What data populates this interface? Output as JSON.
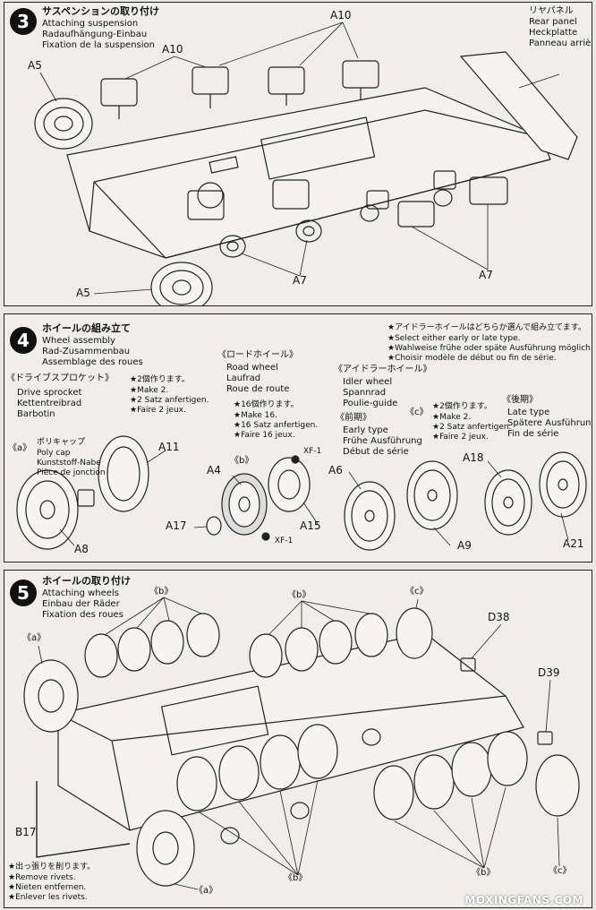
{
  "step3": {
    "number": "3",
    "title_jp": "サスペンションの取り付け",
    "title_en": "Attaching suspension",
    "title_de": "Radaufhängung-Einbau",
    "title_fr": "Fixation de la suspension",
    "rear_panel": {
      "jp": "リヤパネル",
      "en": "Rear panel",
      "de": "Heckplatte",
      "fr": "Panneau arrière"
    },
    "labels": {
      "a10_top": "A10",
      "a10_left": "A10",
      "a5_top": "A5",
      "a5_bottom": "A5",
      "a7_mid": "A7",
      "a7_right": "A7"
    }
  },
  "step4": {
    "number": "4",
    "title_jp": "ホイールの組み立て",
    "title_en": "Wheel assembly",
    "title_de": "Rad-Zusammenbau",
    "title_fr": "Assemblage des roues",
    "note": {
      "jp": "★アイドラーホイールはどちらか選んで組み立てます。",
      "en": "★Select either early or late type.",
      "de": "★Wahlweise frühe oder späte Ausführung möglich.",
      "fr": "★Choisir modèle de début ou fin de série."
    },
    "sprocket": {
      "jp": "《ドライブスプロケット》",
      "en": "Drive sprocket",
      "de": "Kettentreibrad",
      "fr": "Barbotin",
      "make_jp": "★2個作ります。",
      "make_en": "★Make 2.",
      "make_de": "★2 Satz anfertigen.",
      "make_fr": "★Faire 2 jeux."
    },
    "road_wheel": {
      "jp": "《ロードホイール》",
      "en": "Road wheel",
      "de": "Laufrad",
      "fr": "Roue de route",
      "make_jp": "★16個作ります。",
      "make_en": "★Make 16.",
      "make_de": "★16 Satz anfertigen.",
      "make_fr": "★Faire 16 jeux."
    },
    "idler": {
      "jp": "《アイドラーホイール》",
      "en": "Idler wheel",
      "de": "Spannrad",
      "fr": "Poulie-guide"
    },
    "early": {
      "jp": "《前期》",
      "en": "Early type",
      "de": "Frühe Ausführung",
      "fr": "Début de série"
    },
    "late": {
      "jp": "《後期》",
      "en": "Late type",
      "de": "Spätere Ausführung",
      "fr": "Fin de série"
    },
    "idler_make": {
      "jp": "★2個作ります。",
      "en": "★Make 2.",
      "de": "★2 Satz anfertigen.",
      "fr": "★Faire 2 jeux."
    },
    "polycap": {
      "jp": "ポリキャップ",
      "en": "Poly cap",
      "de": "Kunststoff-Nabe",
      "fr": "Pièce de jonction"
    },
    "markers": {
      "a": "《a》",
      "b": "《b》",
      "c": "《c》"
    },
    "labels": {
      "a11": "A11",
      "a8": "A8",
      "a4": "A4",
      "a17": "A17",
      "a15": "A15",
      "xf1_top": "XF-1",
      "xf1_bottom": "XF-1",
      "a6": "A6",
      "a9": "A9",
      "a18": "A18",
      "a21": "A21"
    }
  },
  "step5": {
    "number": "5",
    "title_jp": "ホイールの取り付け",
    "title_en": "Attaching wheels",
    "title_de": "Einbau der Räder",
    "title_fr": "Fixation des roues",
    "rivets": {
      "jp": "★出っ張りを削ります。",
      "en": "★Remove rivets.",
      "de": "★Nieten entfernen.",
      "fr": "★Enlever les rivets."
    },
    "labels": {
      "b_top_left": "《b》",
      "b_top_mid": "《b》",
      "c_top": "《c》",
      "a_left": "《a》",
      "d38": "D38",
      "d39": "D39",
      "b17": "B17",
      "b_bottom_left": "《b》",
      "a_bottom": "《a》",
      "b_bottom_right": "《b》",
      "c_bottom": "《c》"
    }
  },
  "watermark": "MOXINGFANS.COM"
}
